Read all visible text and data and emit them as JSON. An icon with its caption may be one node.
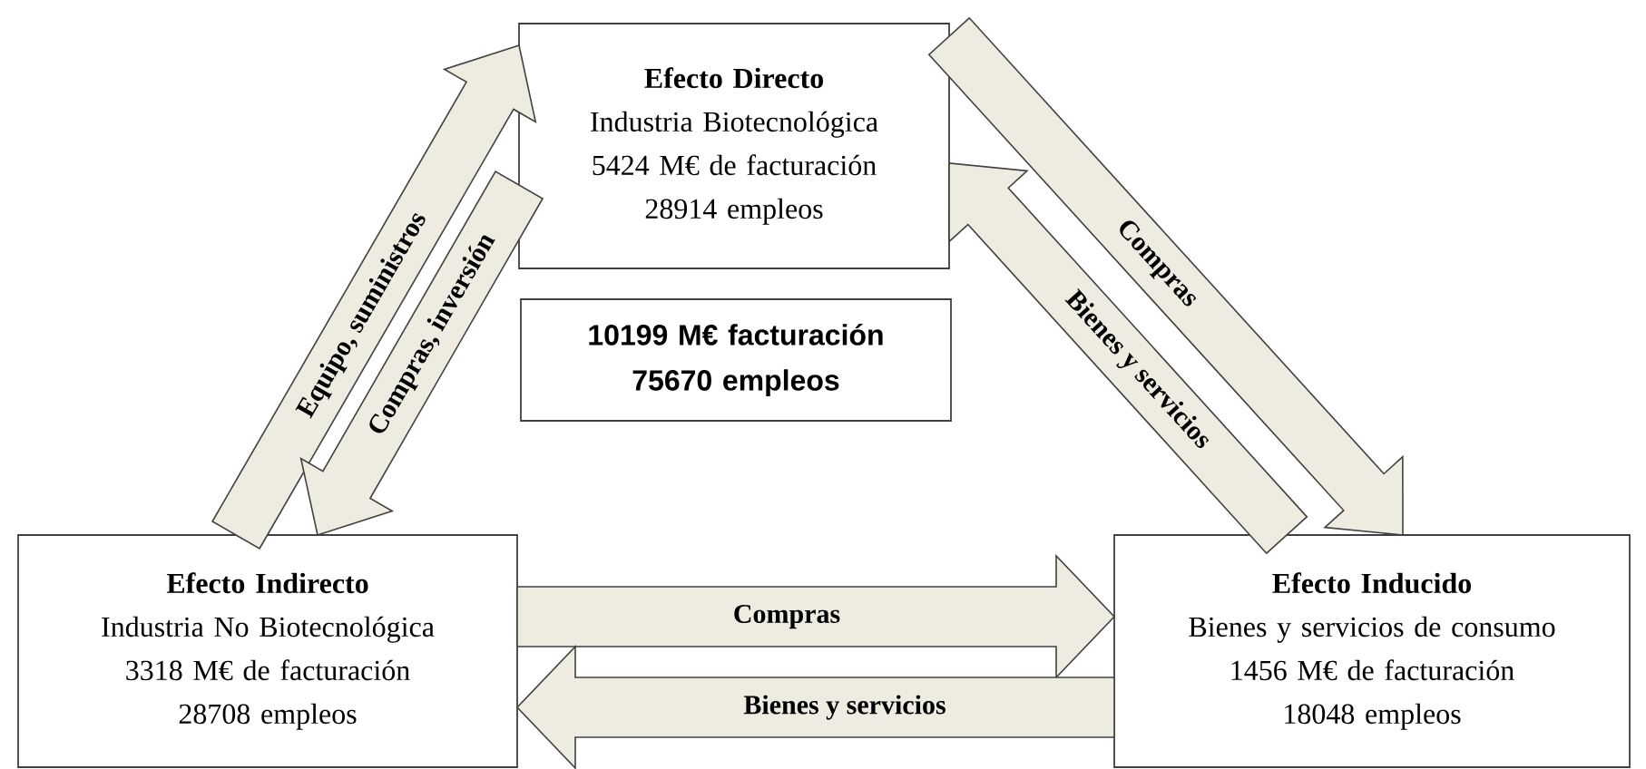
{
  "diagram": {
    "nodes": [
      {
        "text": [
          "Efecto Directo",
          "Industria Biotecnológica",
          "5424 M€ de facturación",
          "28914 empleos"
        ]
      },
      {
        "text": [
          "10199 M€ facturación",
          "75670 empleos"
        ]
      },
      {
        "text": [
          "Efecto Indirecto",
          "Industria No Biotecnológica",
          "3318 M€ de facturación",
          "28708 empleos"
        ]
      },
      {
        "text": [
          "Efecto Inducido",
          "Bienes y servicios de consumo",
          "1456 M€ de facturación",
          "18048 empleos"
        ]
      }
    ],
    "edges": [
      {
        "from": 2,
        "to": 0,
        "arrow": "to",
        "label": "Equipo, suministros"
      },
      {
        "from": 0,
        "to": 2,
        "arrow": "to",
        "label": "Compras, inversión"
      },
      {
        "from": 0,
        "to": 3,
        "arrow": "to",
        "label": "Compras"
      },
      {
        "from": 3,
        "to": 0,
        "arrow": "to",
        "label": "Bienes y servicios"
      },
      {
        "from": 2,
        "to": 3,
        "arrow": "to",
        "label": "Compras"
      },
      {
        "from": 3,
        "to": 2,
        "arrow": "to",
        "label": "Bienes y servicios"
      }
    ]
  }
}
